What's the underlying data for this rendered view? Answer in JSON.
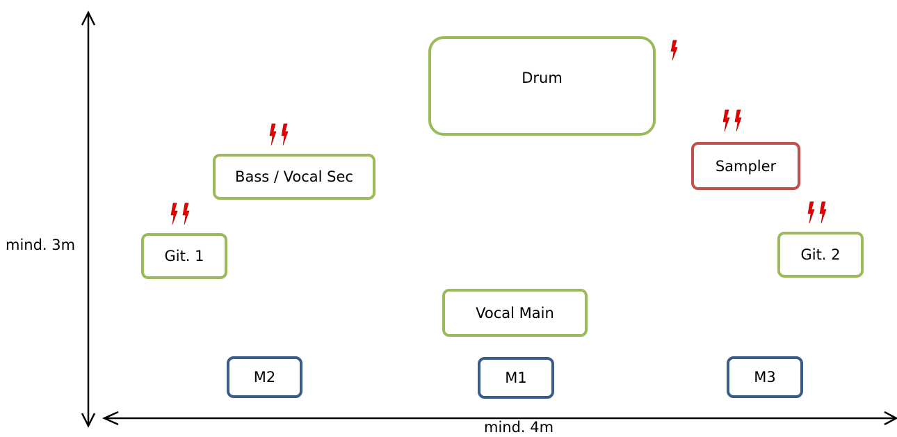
{
  "title": "",
  "stage": {
    "drum": {
      "label": "Drum"
    },
    "bass": {
      "label": "Bass / Vocal Sec"
    },
    "sampler": {
      "label": "Sampler"
    },
    "git1": {
      "label": "Git. 1"
    },
    "git2": {
      "label": "Git. 2"
    },
    "vocal_main": {
      "label": "Vocal Main"
    },
    "monitors": {
      "m2": "M2",
      "m1": "M1",
      "m3": "M3"
    }
  },
  "dimensions": {
    "height": "mind. 3m",
    "width": "mind. 4m"
  },
  "colors": {
    "instrument_border": "#9BBB59",
    "sampler_border": "#C0504D",
    "monitor_border": "#385D8A",
    "power_icon": "#E60000"
  },
  "power_icons": {
    "drum": {
      "icon": "lightning-bolt-icon",
      "count": 1
    },
    "bass": {
      "icon": "lightning-bolt-icon",
      "count": 2
    },
    "sampler": {
      "icon": "lightning-bolt-icon",
      "count": 2
    },
    "git1": {
      "icon": "lightning-bolt-icon",
      "count": 2
    },
    "git2": {
      "icon": "lightning-bolt-icon",
      "count": 2
    }
  }
}
